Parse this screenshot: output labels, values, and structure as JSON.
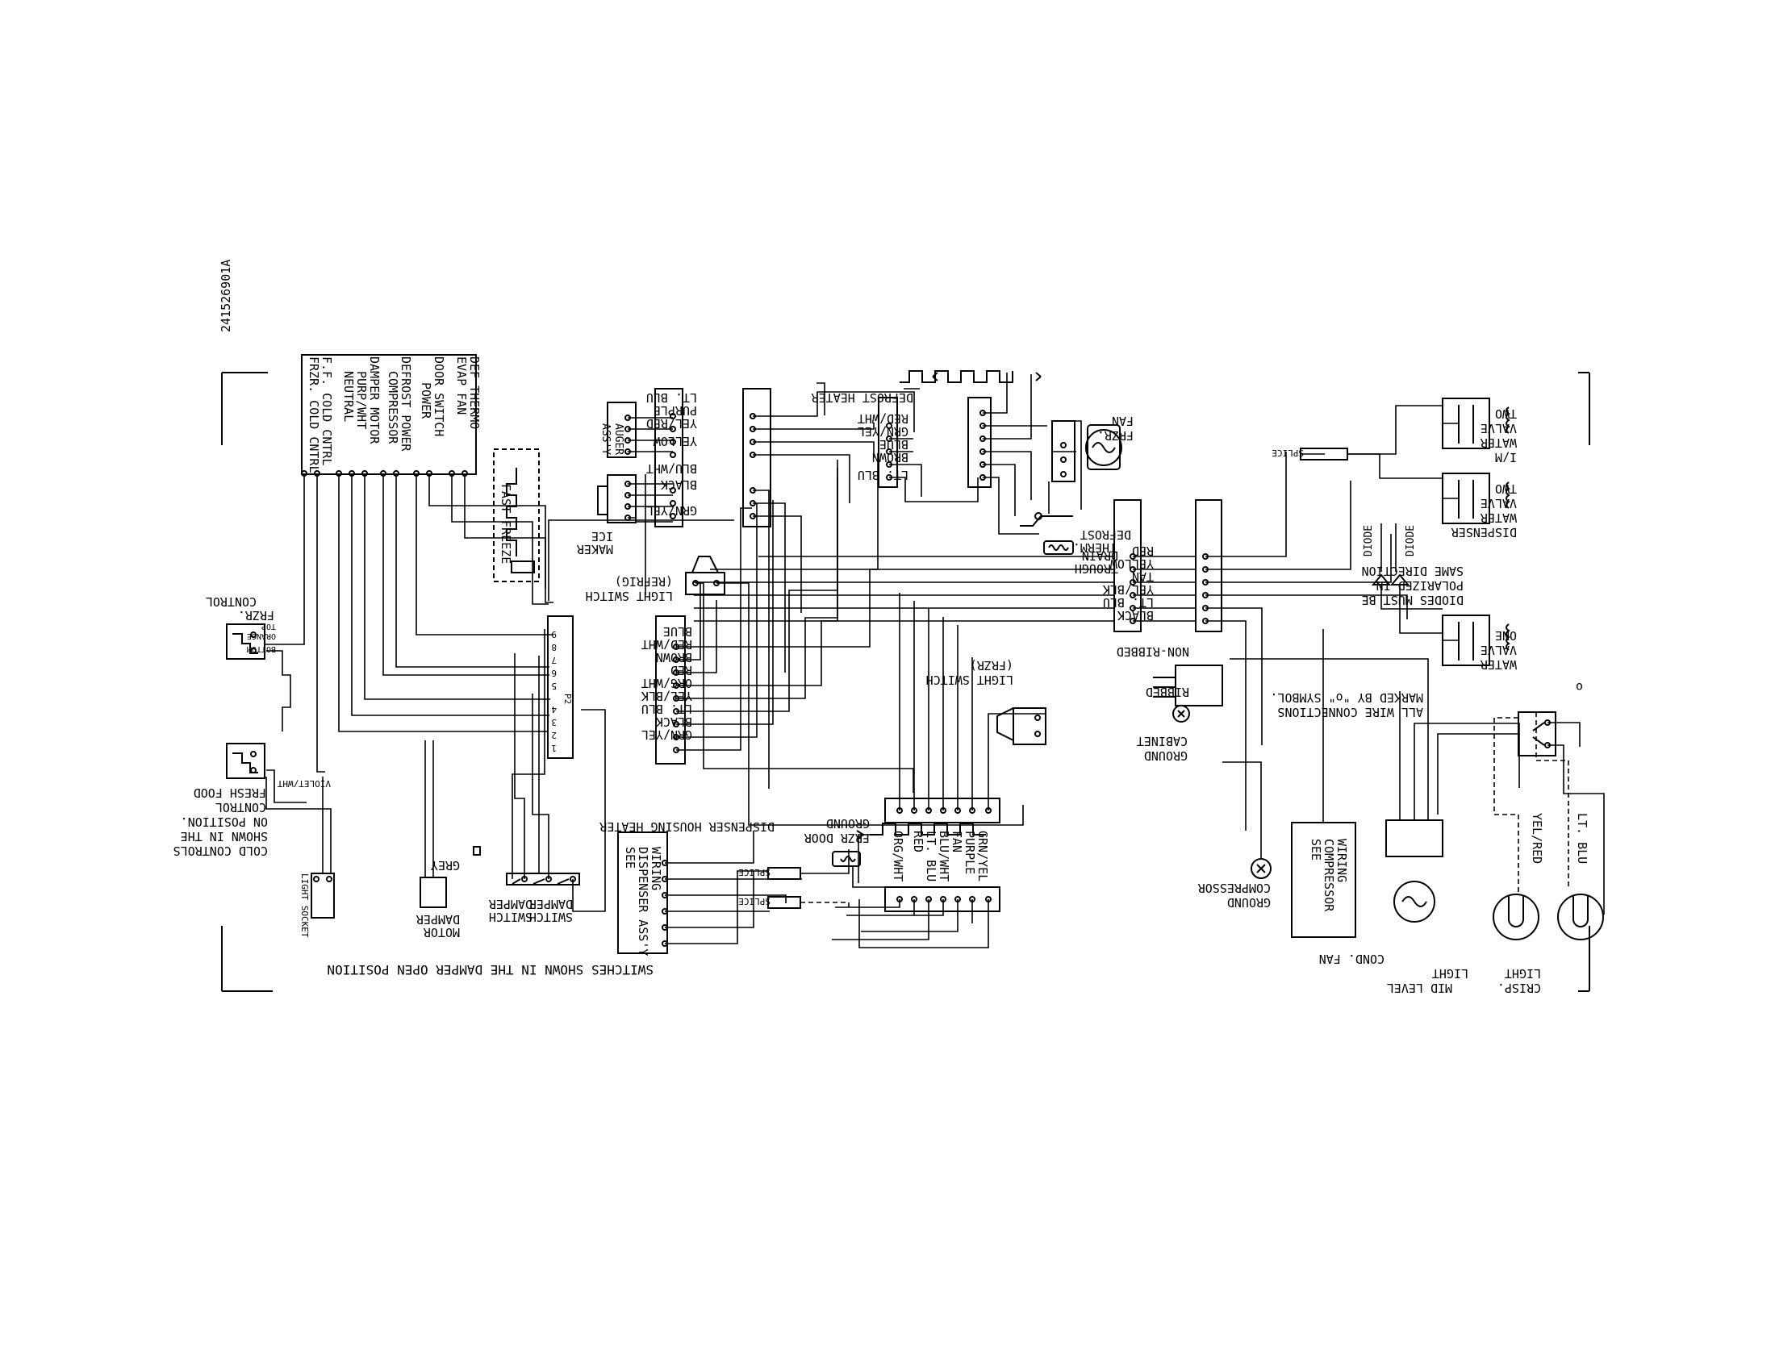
{
  "colors": {
    "ink": "#000000",
    "paper": "#ffffff"
  },
  "drawing_number": "241526901A",
  "marker_o": "o",
  "notes": {
    "switches": "SWITCHES SHOWN IN THE DAMPER OPEN POSITION",
    "cold_controls": [
      "COLD CONTROLS",
      "SHOWN IN THE",
      "ON POSITION."
    ],
    "wire_connections": [
      "ALL WIRE CONNECTIONS",
      "MARKED BY \"o\" SYMBOL."
    ],
    "diodes": [
      "DIODES MUST BE",
      "POLARIZED IN",
      "SAME DIRECTION"
    ]
  },
  "control_board_functions": [
    "DEF THERMO",
    "EVAP FAN",
    "DOOR SWITCH",
    "POWER",
    "DEFROST POWER",
    "COMPRESSOR",
    "DAMPER MOTOR",
    "PURP/WHT",
    "NEUTRAL",
    "F.F. COLD CNTRL",
    "FRZR. COLD CNTRL"
  ],
  "fast_freeze": "FAST FREEZE",
  "frzr_control": [
    "FRZR.",
    "CONTROL"
  ],
  "frzr_control_terminals": [
    "TOP",
    "ORANGE",
    "BOTTOM"
  ],
  "fresh_food_control": [
    "FRESH FOOD",
    "CONTROL"
  ],
  "violet_wht": "VIOLET/WHT",
  "light_socket": "LIGHT SOCKET",
  "damper_motor": [
    "DAMPER",
    "MOTOR"
  ],
  "grey": "GREY",
  "damper_switch": [
    "DAMPER",
    "SWITCH"
  ],
  "p2_label": "P2",
  "p2_pins": [
    "1",
    "2",
    "3",
    "4",
    "5",
    "6",
    "7",
    "8",
    "9"
  ],
  "p2_wires": [
    "BLUE",
    "RED/WHT",
    "BROWN",
    "RED",
    "ORG/WHT",
    "YEL/BLK",
    "LT. BLU",
    "BLACK",
    "GRN/YEL"
  ],
  "light_switch_refrig": [
    "LIGHT SWITCH",
    "(REFRIG)"
  ],
  "ice_maker": [
    "ICE",
    "MAKER"
  ],
  "auger": [
    "AUGER",
    "ASS'Y"
  ],
  "ice_harness_wires": [
    "LT. BLU",
    "PURPLE",
    "YEL/RED",
    "YELLOW",
    "BLU/WHT",
    "BLACK",
    "GRN/YEL"
  ],
  "evap_harness_wires": [
    "RED/WHT",
    "GRN/YEL",
    "BLUE",
    "BROWN",
    "LT. BLU"
  ],
  "defrost_heater": "DEFROST HEATER",
  "frzr_fan": [
    "FRZR.",
    "FAN"
  ],
  "defrost_therm": [
    "DEFROST",
    "THERM."
  ],
  "drain_trough": [
    "DRAIN",
    "TROUGH"
  ],
  "cabinet_harness_wires": [
    "RED",
    "YELLOW",
    "TAN",
    "YEL/BLK",
    "LT. BLU",
    "BLACK"
  ],
  "light_switch_frzr": [
    "LIGHT SWITCH",
    "(FRZR)"
  ],
  "non_ribbed": "NON-RIBBED",
  "ribbed": "RIBBED",
  "cabinet_ground": [
    "CABINET",
    "GROUND"
  ],
  "frzr_door_ground": [
    "FRZR DOOR",
    "GROUND"
  ],
  "door_harness_wires": [
    "GRN/YEL",
    "PURPLE",
    "FAN",
    "BLU/WHT",
    "LT. BLU",
    "RED",
    "ORG/WHT"
  ],
  "dispenser_housing_heater": "DISPENSER HOUSING HEATER",
  "see_dispenser": [
    "SEE",
    "DISPENSER ASS'Y",
    "WIRING"
  ],
  "splice": "SPLICE",
  "im_water_valve": [
    "I/M",
    "WATER",
    "VALVE",
    "TWO"
  ],
  "dispenser_water_valve": [
    "DISPENSER",
    "WATER",
    "VALVE",
    "TWO"
  ],
  "water_valve_one": [
    "WATER",
    "VALVE",
    "ONE"
  ],
  "diode": "DIODE",
  "compressor_ground": [
    "COMPRESSOR",
    "GROUND"
  ],
  "see_compressor": [
    "SEE",
    "COMPRESSOR",
    "WIRING"
  ],
  "cond_fan": [
    "COND. FAN"
  ],
  "mid_level_light": [
    "MID LEVEL",
    "LIGHT"
  ],
  "crisp_light": [
    "CRISP.",
    "LIGHT"
  ],
  "lt_blu": "LT. BLU",
  "yel_red": "YEL/RED"
}
